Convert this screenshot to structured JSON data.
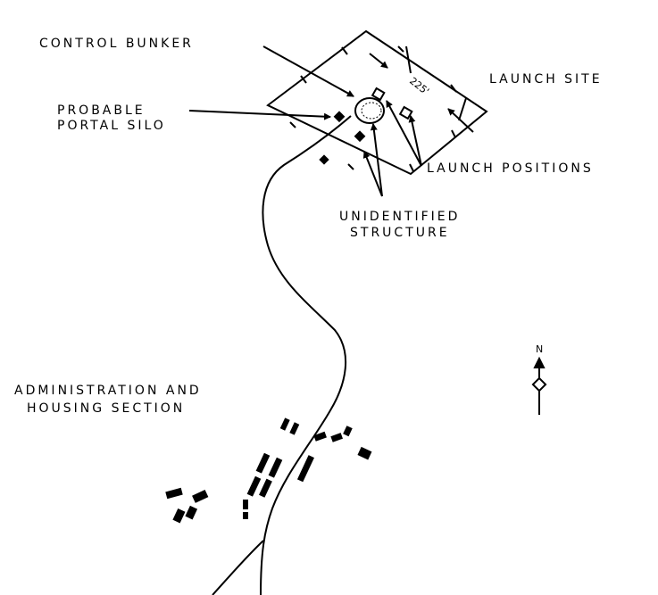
{
  "labels": {
    "control_bunker": "CONTROL BUNKER",
    "probable_portal_silo_line1": "PROBABLE",
    "probable_portal_silo_line2": "PORTAL SILO",
    "launch_site": "LAUNCH SITE",
    "launch_positions": "LAUNCH POSITIONS",
    "unidentified_line1": "UNIDENTIFIED",
    "unidentified_line2": "STRUCTURE",
    "admin_line1": "ADMINISTRATION AND",
    "admin_line2": "HOUSING SECTION",
    "dimension": "225'",
    "north": "N"
  },
  "colors": {
    "ink": "#000000",
    "paper": "#ffffff"
  }
}
